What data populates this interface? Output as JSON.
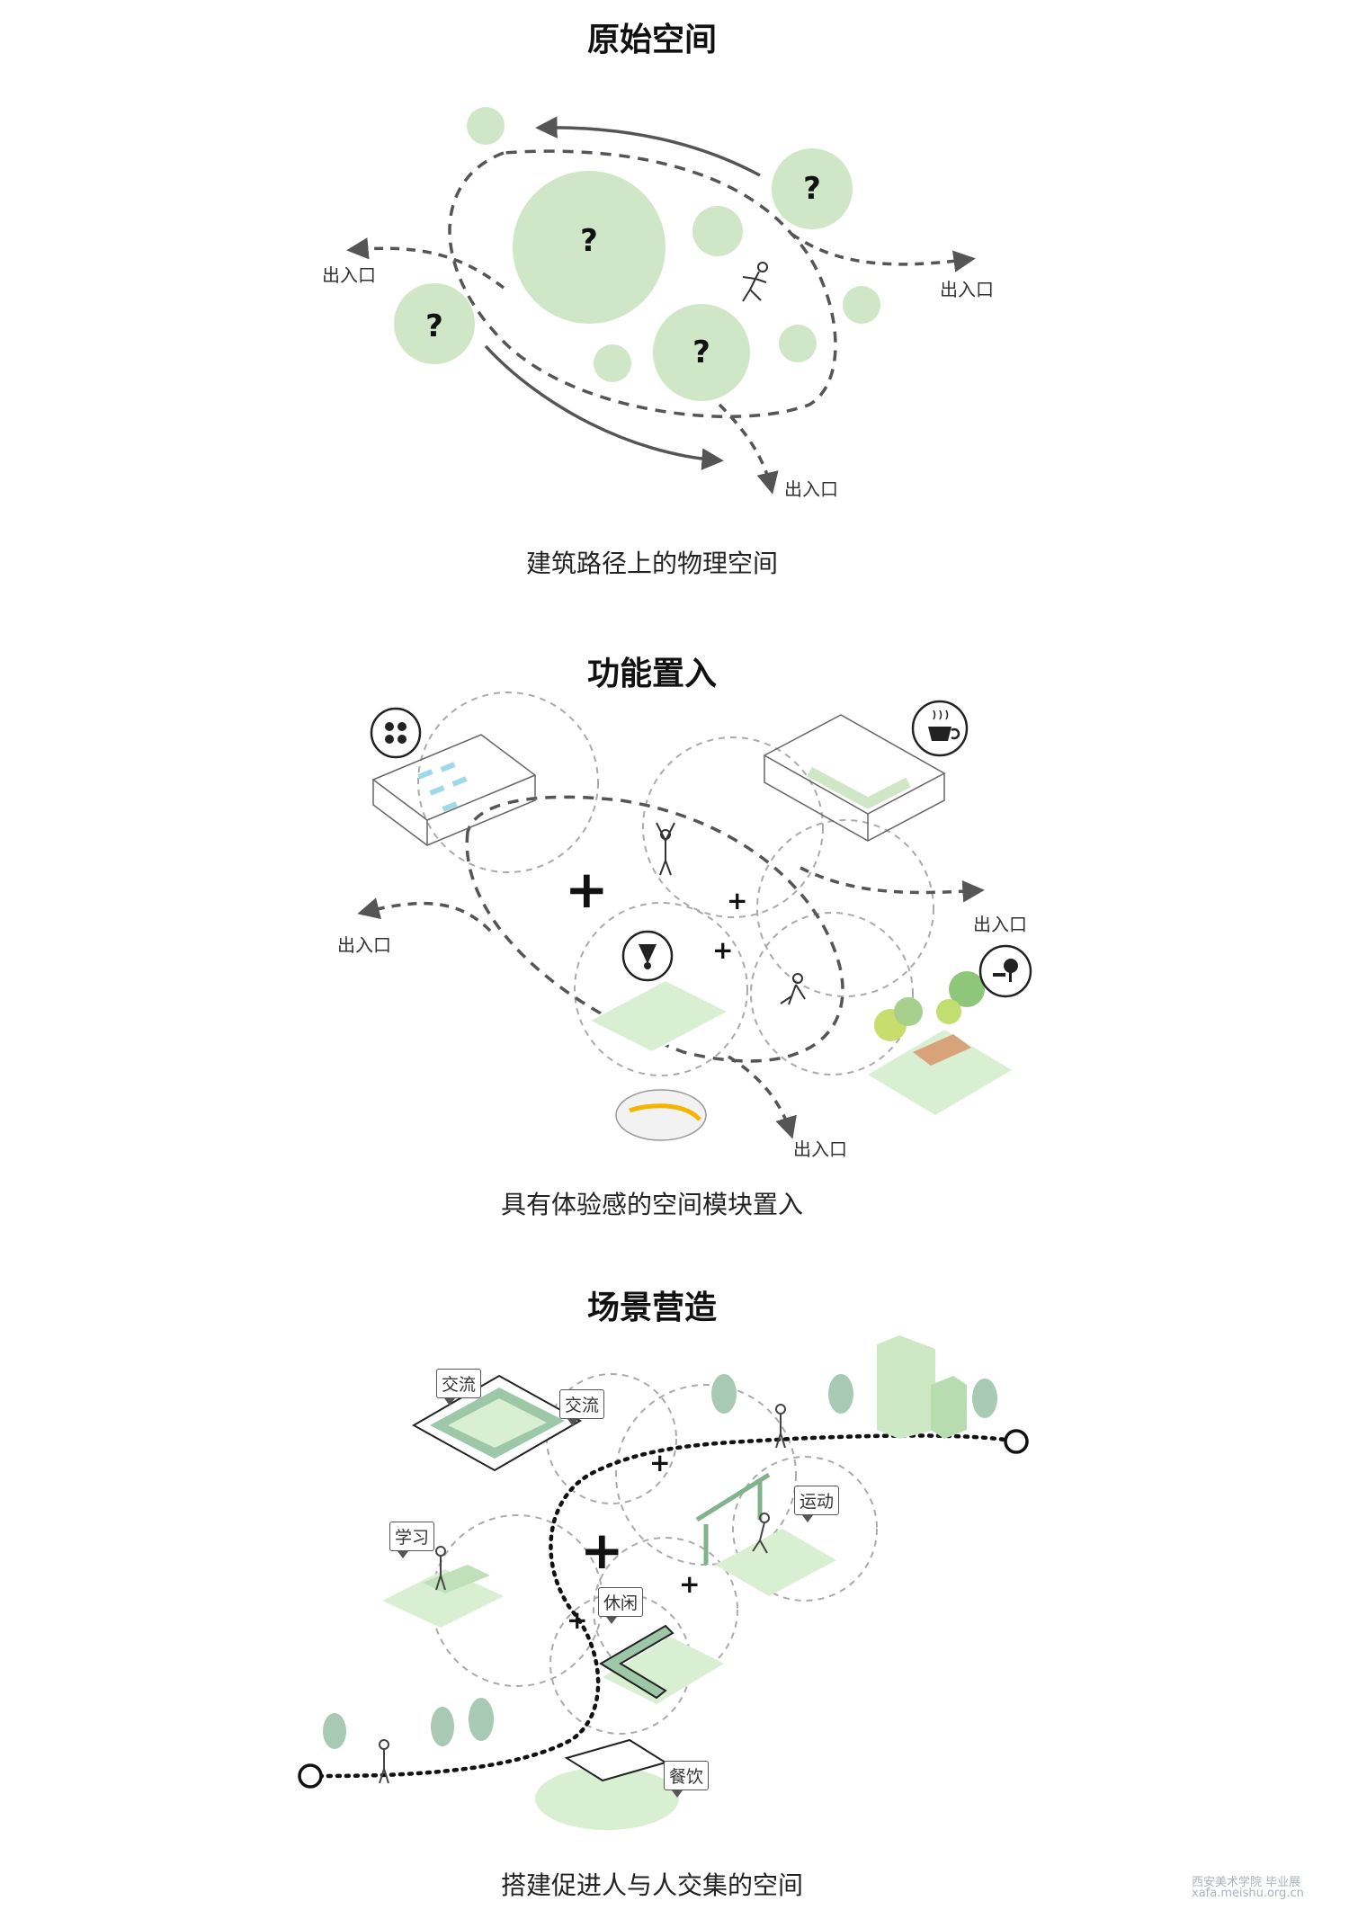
{
  "sections": [
    {
      "title": "原始空间",
      "caption": "建筑路径上的物理空间",
      "unknown_mark": "?"
    },
    {
      "title": "功能置入",
      "caption": "具有体验感的空间模块置入",
      "plus_mark": "+"
    },
    {
      "title": "场景营造",
      "caption": "搭建促进人与人交集的空间",
      "plus_mark": "+"
    }
  ],
  "entrance_label": "出入口",
  "scene_tags": [
    "交流",
    "交流",
    "学习",
    "运动",
    "休闲",
    "餐饮"
  ],
  "watermark": {
    "line1": "西安美术学院 毕业展",
    "line2": "xafa.meishu.org.cn"
  },
  "colors": {
    "green_circle": "#cfe7c7",
    "green_zone": "#d9efd2",
    "path": "#555555",
    "accent_blue": "#9fd8e8",
    "accent_orange": "#f4b400",
    "tree_green": "#9cc8a8"
  },
  "icons": [
    "group-people-icon",
    "coffee-cup-icon",
    "badminton-shuttlecock-icon",
    "tree-bench-icon",
    "person-icon"
  ]
}
